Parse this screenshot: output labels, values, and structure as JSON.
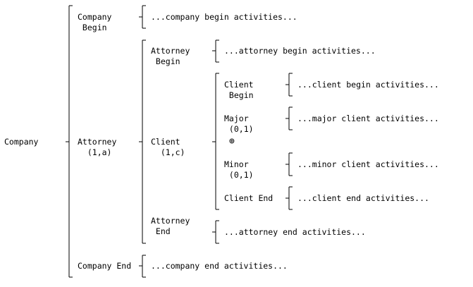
{
  "diagram": {
    "root": "Company",
    "company_begin": "Company\n Begin",
    "company_begin_activity": "...company begin activities...",
    "attorney": "Attorney\n  (1,a)",
    "attorney_begin": "Attorney\n Begin",
    "attorney_begin_activity": "...attorney begin activities...",
    "client": "Client\n  (1,c)",
    "client_begin": "Client\n Begin",
    "client_begin_activity": "...client begin activities...",
    "major": "Major\n (0,1)",
    "major_activity": "...major client activities...",
    "exclusive_or_symbol": "⊕",
    "minor": "Minor\n (0,1)",
    "minor_activity": "...minor client activities...",
    "client_end": "Client End",
    "client_end_activity": "...client end activities...",
    "attorney_end": "Attorney\n End",
    "attorney_end_activity": "...attorney end activities...",
    "company_end": "Company End",
    "company_end_activity": "...company end activities..."
  }
}
